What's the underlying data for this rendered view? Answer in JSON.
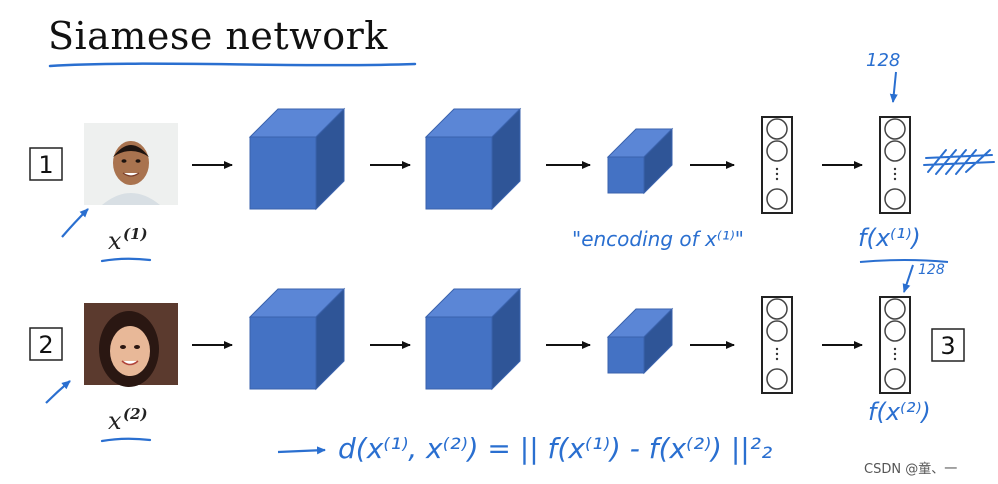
{
  "title": "Siamese network",
  "rows": [
    {
      "input_label": "1",
      "var_base": "x",
      "var_sup": "(1)",
      "photo": "face-photo-man"
    },
    {
      "input_label": "2",
      "var_base": "x",
      "var_sup": "(2)",
      "photo": "face-photo-woman"
    }
  ],
  "output_label": "3",
  "annotations": {
    "encoding": "\"encoding of x⁽¹⁾\"",
    "f1": "f(x⁽¹⁾)",
    "f2": "f(x⁽²⁾)",
    "dim_top": "128",
    "dim_bottom": "128",
    "distance": "d(x⁽¹⁾, x⁽²⁾) = || f(x⁽¹⁾) - f(x⁽²⁾) ||²₂"
  },
  "watermark": "CSDN @童、一",
  "colors": {
    "cube_front": "#4472c4",
    "cube_top": "#5b86d6",
    "cube_side": "#2f5597",
    "ink": "#2a6fd0"
  }
}
